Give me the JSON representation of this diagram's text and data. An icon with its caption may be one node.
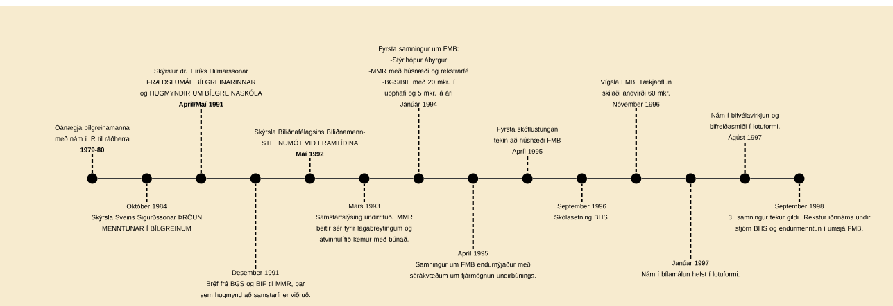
{
  "diagram": {
    "nodes": [
      {
        "text": [
          "Óánægja bílgreinamanna með nám í IR til ráðherra",
          "1979-80"
        ]
      },
      {
        "text": [
          "Október 1984",
          "Skýrsla Sveins Sigurðssonar ÞRÓUN MENNTUNAR Í BÍLGREINUM"
        ]
      },
      {
        "text": [
          "Skýrslur dr. Eiríks Hilmarssonar FRÆÐSLUMÁL BÍLGREINARINNAR og HUGMYNDIR UM BÍLGREINASKÓLA",
          "Apríl/Maí 1991"
        ]
      },
      {
        "text": [
          "Desember 1991",
          "Bréf frá BGS og BIF til MMR, þar sem hugmynd að samstarfi er viðruð."
        ]
      },
      {
        "text": [
          "Skýrsla Bíliðnafélagsins Bíliðnamenn-STEFNUMÓT VIÐ FRAMTÍÐINA",
          "Maí 1992"
        ]
      },
      {
        "text": [
          "Mars 1993",
          "Samstarfslýsing undirrituð. MMR beitir sér fyrir lagabreytingum og atvinnulífið kemur með búnað."
        ]
      },
      {
        "text": [
          "Fyrsta samningur um FMB:",
          "-Stýrihópur ábyrgur",
          "-MMR með húsnæði og rekstrarfé",
          "-BGS/BIF með 20 mkr. í upphafi og 5 mkr. á ári",
          "Janúar 1994"
        ]
      },
      {
        "text": [
          "Apríl 1995",
          "Samningur um FMB endurnýjaður með sérákvæðum um fjármögnun undirbúnings."
        ]
      },
      {
        "text": [
          "Fyrsta skóflustungan tekin að húsnæði FMB",
          "Apríl 1995"
        ]
      },
      {
        "text": [
          "September 1996",
          "Skólasetning BHS."
        ]
      },
      {
        "text": [
          "Vígsla FMB. Tækjaöflun skilaði andvirði 60 mkr.",
          "Nóvember 1996"
        ]
      },
      {
        "text": [
          "Janúar 1997",
          "Nám í bílamálun hefst í lotuformi."
        ]
      },
      {
        "text": [
          "Nám í bifvélavirkjun og bifreiðasmiði í lotuformi.",
          "Ágúst 1997"
        ]
      },
      {
        "text": [
          "September 1998",
          "3. samningur tekur gildi. Rekstur iðnnáms undir stjórn BHS og endurmenntun í umsjá FMB."
        ]
      },
      {
        "text": [],
        "shape": "circle"
      },
      {
        "text": [],
        "shape": "circle"
      },
      {
        "text": [],
        "shape": "circle"
      },
      {
        "text": [],
        "shape": "circle"
      },
      {
        "text": [],
        "shape": "circle"
      },
      {
        "text": [],
        "shape": "circle"
      },
      {
        "text": [],
        "shape": "circle"
      },
      {
        "text": [],
        "shape": "circle"
      },
      {
        "text": [],
        "shape": "circle"
      },
      {
        "text": [],
        "shape": "circle"
      },
      {
        "text": [],
        "shape": "circle"
      },
      {
        "text": [],
        "shape": "circle"
      },
      {
        "text": [],
        "shape": "circle"
      },
      {
        "text": [],
        "shape": "circle"
      }
    ],
    "edges": [
      {
        "from": 0,
        "to": 14,
        "arrow": "none",
        "style": "dashed"
      },
      {
        "from": 1,
        "to": 15,
        "arrow": "none",
        "style": "dashed"
      },
      {
        "from": 2,
        "to": 16,
        "arrow": "none",
        "style": "dashed"
      },
      {
        "from": 3,
        "to": 17,
        "arrow": "none",
        "style": "dashed"
      },
      {
        "from": 4,
        "to": 18,
        "arrow": "none",
        "style": "dashed"
      },
      {
        "from": 5,
        "to": 19,
        "arrow": "none",
        "style": "dashed"
      },
      {
        "from": 6,
        "to": 20,
        "arrow": "none",
        "style": "dashed"
      },
      {
        "from": 7,
        "to": 21,
        "arrow": "none",
        "style": "dashed"
      },
      {
        "from": 8,
        "to": 22,
        "arrow": "none",
        "style": "dashed"
      },
      {
        "from": 9,
        "to": 23,
        "arrow": "none",
        "style": "dashed"
      },
      {
        "from": 10,
        "to": 24,
        "arrow": "none",
        "style": "dashed"
      },
      {
        "from": 11,
        "to": 25,
        "arrow": "none",
        "style": "dashed"
      },
      {
        "from": 12,
        "to": 26,
        "arrow": "none",
        "style": "dashed"
      },
      {
        "from": 13,
        "to": 27,
        "arrow": "none",
        "style": "dashed"
      },
      {
        "from": 14,
        "to": 15,
        "arrow": "none"
      },
      {
        "from": 15,
        "to": 16,
        "arrow": "none"
      },
      {
        "from": 16,
        "to": 17,
        "arrow": "none"
      },
      {
        "from": 17,
        "to": 18,
        "arrow": "none"
      },
      {
        "from": 18,
        "to": 19,
        "arrow": "none"
      },
      {
        "from": 19,
        "to": 20,
        "arrow": "none"
      },
      {
        "from": 20,
        "to": 21,
        "arrow": "none"
      },
      {
        "from": 21,
        "to": 22,
        "arrow": "none"
      },
      {
        "from": 22,
        "to": 23,
        "arrow": "none"
      },
      {
        "from": 23,
        "to": 24,
        "arrow": "none"
      },
      {
        "from": 24,
        "to": 25,
        "arrow": "none"
      },
      {
        "from": 25,
        "to": 26,
        "arrow": "none"
      },
      {
        "from": 26,
        "to": 27,
        "arrow": "none"
      }
    ]
  }
}
